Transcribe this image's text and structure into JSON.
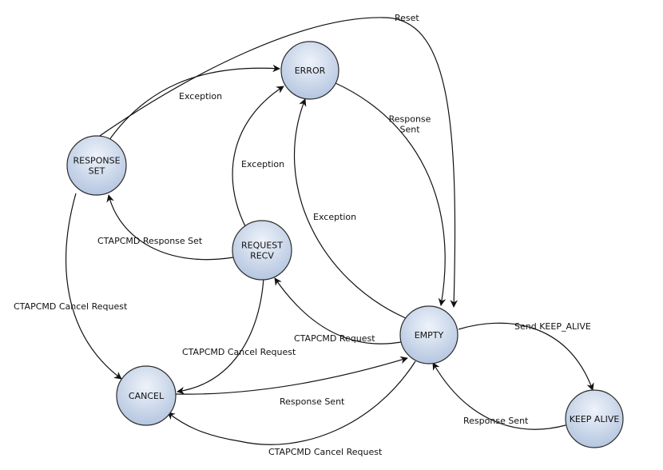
{
  "states": {
    "error": {
      "lines": [
        "ERROR"
      ]
    },
    "response_set": {
      "lines": [
        "RESPONSE",
        "SET"
      ]
    },
    "request_recv": {
      "lines": [
        "REQUEST",
        "RECV"
      ]
    },
    "empty": {
      "lines": [
        "EMPTY"
      ]
    },
    "cancel": {
      "lines": [
        "CANCEL"
      ]
    },
    "keep_alive": {
      "lines": [
        "KEEP ALIVE"
      ]
    }
  },
  "transitions": {
    "reset": {
      "lines": [
        "Reset"
      ]
    },
    "exception_response_set": {
      "lines": [
        "Exception"
      ]
    },
    "exception_request_recv": {
      "lines": [
        "Exception"
      ]
    },
    "exception_empty": {
      "lines": [
        "Exception"
      ]
    },
    "response_sent_error": {
      "lines": [
        "Response",
        "Sent"
      ]
    },
    "ctapcmd_response_set": {
      "lines": [
        "CTAPCMD Response Set"
      ]
    },
    "ctapcmd_cancel_response_set": {
      "lines": [
        "CTAPCMD Cancel Request"
      ]
    },
    "ctapcmd_cancel_request_recv": {
      "lines": [
        "CTAPCMD Cancel Request"
      ]
    },
    "ctapcmd_request": {
      "lines": [
        "CTAPCMD Request"
      ]
    },
    "response_sent_cancel": {
      "lines": [
        "Response Sent"
      ]
    },
    "ctapcmd_cancel_empty": {
      "lines": [
        "CTAPCMD Cancel Request"
      ]
    },
    "send_keep_alive": {
      "lines": [
        "Send KEEP_ALIVE"
      ]
    },
    "response_sent_keep_alive": {
      "lines": [
        "Response Sent"
      ]
    }
  }
}
